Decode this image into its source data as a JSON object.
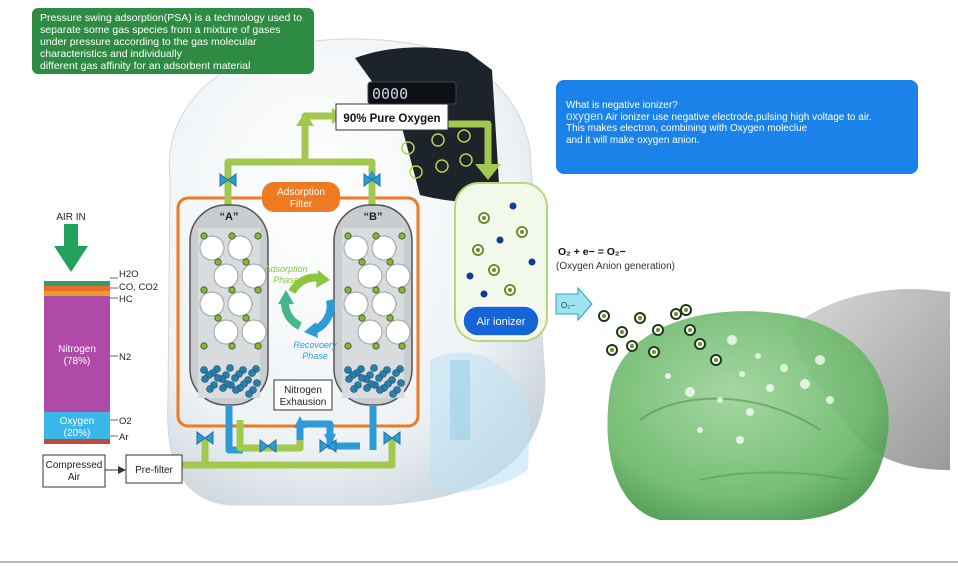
{
  "psa_note": {
    "lines": [
      "Pressure swing adsorption(PSA) is a technology used to",
      "separate some gas species from a mixture of gases",
      "under pressure according to the gas molecular",
      "characteristics and individually",
      "different gas affinity for an adsorbent material"
    ]
  },
  "ionizer_note": {
    "question": "What is negative ionizer?",
    "highlight": "oxygen",
    "line1_rest": " Air ionizer use negative electrode,pulsing high voltage to air.",
    "line2": "This makes electron, combining with Oxygen moleclue",
    "line3": "and it will make oxygen anion."
  },
  "display_reading": "0000 ",
  "pure_oxygen_label": "90% Pure Oxygen",
  "adsorption_filter_label": [
    "Adsorption",
    "Filter"
  ],
  "tower_a_label": "“A”",
  "tower_b_label": "“B”",
  "adsorption_phase_label": [
    "Adsorption",
    "Phase"
  ],
  "recovery_phase_label": [
    "Recovoery",
    "Phase"
  ],
  "nitrogen_exhausion_label": [
    "Nitrogen",
    "Exhausion"
  ],
  "air_in_label": "AIR IN",
  "air_composition": {
    "h2o": "H2O",
    "co_co2": "CO, CO2",
    "hc": "HC",
    "nitrogen_name": "Nitrogen",
    "nitrogen_pct": "(78%)",
    "n2": "N2",
    "oxygen_name": "Oxygen",
    "oxygen_pct": "(20%)",
    "o2": "O2",
    "ar": "Ar"
  },
  "compressed_air_label": [
    "Compressed",
    "Air"
  ],
  "prefilter_label": "Pre-filter",
  "air_ionizer_label": "Air ionizer",
  "equation": "O₂ + e− = O₂−",
  "anion_generation_label": "(Oxygen Anion generation)",
  "output_arrow_label": "O₂−",
  "colors": {
    "pipe_green": "#a3c84e",
    "pipe_blue": "#2e9bd6",
    "filter_orange": "#f07a22",
    "tower_gray": "#c9cdd0",
    "info_green": "#2e8b44",
    "info_blue": "#1a82e8",
    "ionizer_blue": "#1565d8",
    "nitrogen_band": "#b04aa8",
    "oxygen_band": "#39b7e8",
    "helmet_green": "#6ab86a"
  }
}
